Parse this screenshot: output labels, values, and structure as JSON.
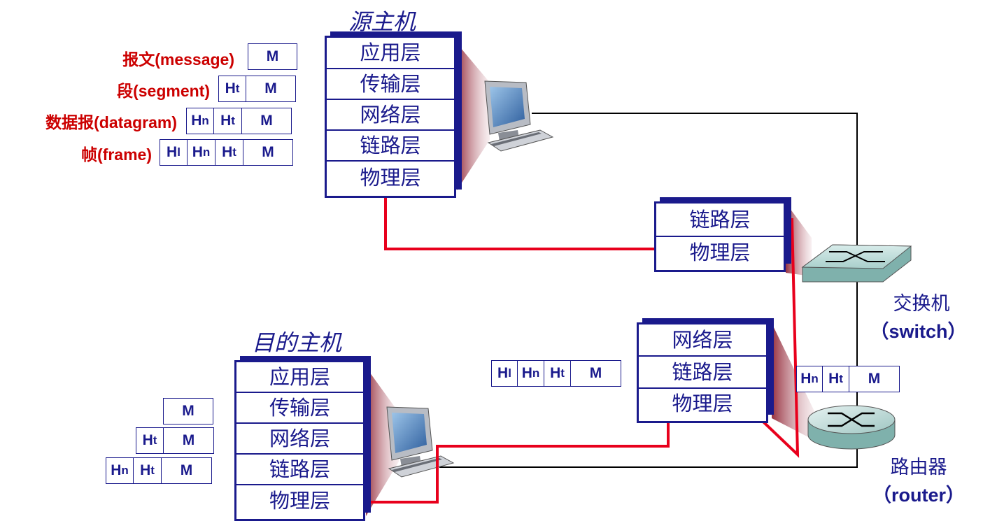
{
  "source_host": {
    "title": "源主机",
    "layers": [
      "应用层",
      "传输层",
      "网络层",
      "链路层",
      "物理层"
    ]
  },
  "dest_host": {
    "title": "目的主机",
    "layers": [
      "应用层",
      "传输层",
      "网络层",
      "链路层",
      "物理层"
    ]
  },
  "switch": {
    "layers": [
      "链路层",
      "物理层"
    ],
    "label": "交换机",
    "label_en": "（switch）"
  },
  "router": {
    "layers": [
      "网络层",
      "链路层",
      "物理层"
    ],
    "label": "路由器",
    "label_en": "（router）"
  },
  "packet_legend": [
    {
      "name": "报文(message)",
      "headers": [],
      "payload": "M"
    },
    {
      "name": "段(segment)",
      "headers": [
        {
          "h": "H",
          "s": "t"
        }
      ],
      "payload": "M"
    },
    {
      "name": "数据报(datagram)",
      "headers": [
        {
          "h": "H",
          "s": "n"
        },
        {
          "h": "H",
          "s": "t"
        }
      ],
      "payload": "M"
    },
    {
      "name": "帧(frame)",
      "headers": [
        {
          "h": "H",
          "s": "l"
        },
        {
          "h": "H",
          "s": "n"
        },
        {
          "h": "H",
          "s": "t"
        }
      ],
      "payload": "M"
    }
  ],
  "link_frame": {
    "headers": [
      {
        "h": "H",
        "s": "l"
      },
      {
        "h": "H",
        "s": "n"
      },
      {
        "h": "H",
        "s": "t"
      }
    ],
    "payload": "M"
  },
  "router_datagram": {
    "headers": [
      {
        "h": "H",
        "s": "n"
      },
      {
        "h": "H",
        "s": "t"
      }
    ],
    "payload": "M"
  },
  "dest_packets": [
    {
      "headers": [],
      "payload": "M"
    },
    {
      "headers": [
        {
          "h": "H",
          "s": "t"
        }
      ],
      "payload": "M"
    },
    {
      "headers": [
        {
          "h": "H",
          "s": "n"
        },
        {
          "h": "H",
          "s": "t"
        }
      ],
      "payload": "M"
    }
  ],
  "colors": {
    "stack": "#1a1a8c",
    "path": "#e8001c",
    "label": "#cc0000",
    "link": "#000000"
  }
}
